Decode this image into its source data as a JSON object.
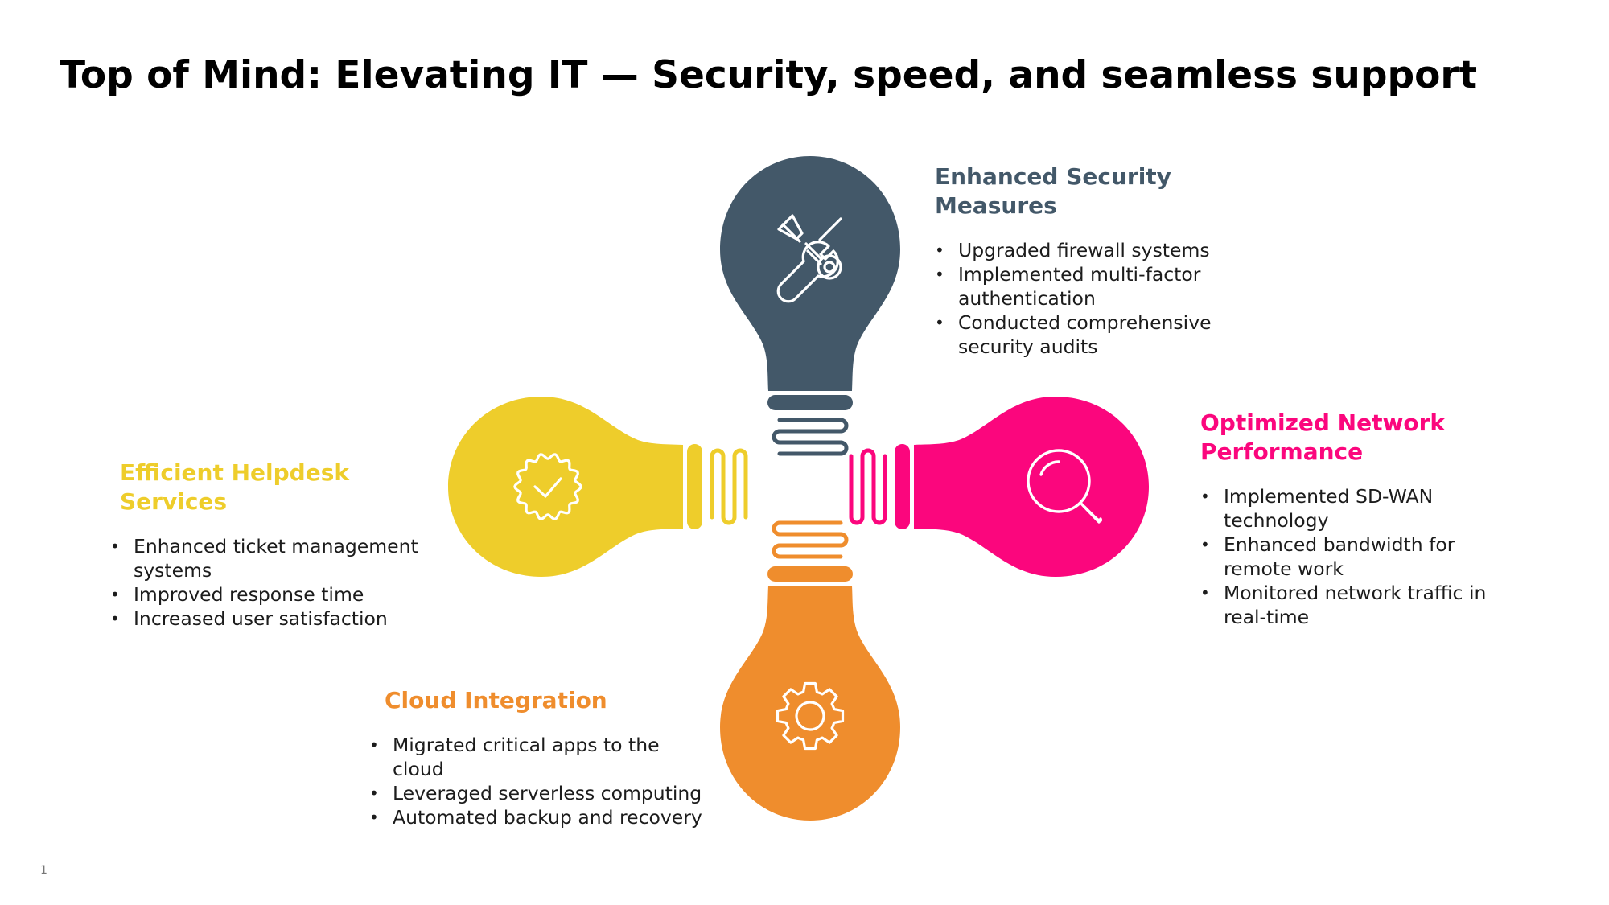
{
  "title": "Top of Mind: Elevating IT — Security, speed, and seamless support",
  "page_number": "1",
  "colors": {
    "security": "#435869",
    "network": "#fb067d",
    "cloud": "#ef8d2d",
    "helpdesk": "#eecd2b"
  },
  "sections": {
    "security": {
      "heading": "Enhanced Security Measures",
      "icon": "wrench-screwdriver-icon",
      "bullets": [
        "Upgraded firewall systems",
        "Implemented multi-factor authentication",
        "Conducted comprehensive security audits"
      ]
    },
    "network": {
      "heading": "Optimized Network Performance",
      "icon": "magnifier-icon",
      "bullets": [
        "Implemented SD-WAN technology",
        "Enhanced bandwidth for remote work",
        "Monitored network traffic in real-time"
      ]
    },
    "cloud": {
      "heading": "Cloud Integration",
      "icon": "gear-icon",
      "bullets": [
        "Migrated critical apps to the cloud",
        "Leveraged serverless computing",
        "Automated backup and recovery"
      ]
    },
    "helpdesk": {
      "heading": "Efficient Helpdesk Services",
      "icon": "check-badge-icon",
      "bullets": [
        "Enhanced ticket management systems",
        "Improved response time",
        "Increased user satisfaction"
      ]
    }
  }
}
